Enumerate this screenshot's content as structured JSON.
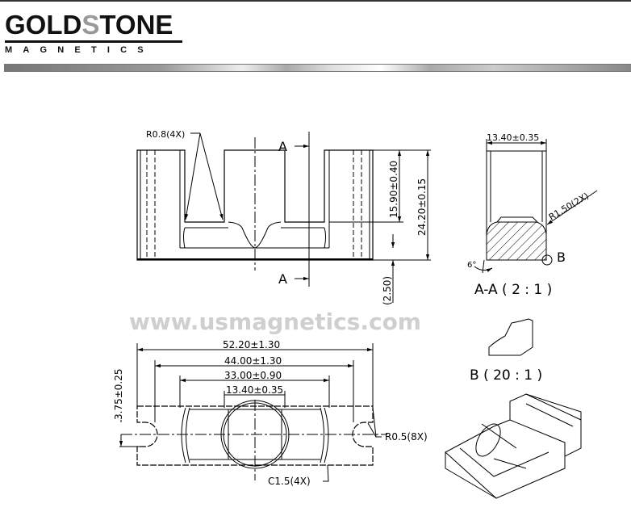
{
  "logo": {
    "wordmark_left": "GOLD",
    "wordmark_s": "S",
    "wordmark_right": "TONE",
    "subtitle": "MAGNETICS"
  },
  "watermark": "www.usmagnetics.com",
  "front_view": {
    "radius_note": "R0.8(4X)",
    "section_label_top": "A",
    "section_label_bottom": "A",
    "dim_window_height": "15.90±0.40",
    "dim_total_height": "24.20±0.15",
    "dim_base": "(2.50)"
  },
  "bottom_view": {
    "dim_overall_length": "52.20±1.30",
    "dim_inner_length": "44.00±1.30",
    "dim_window_span": "33.00±0.90",
    "dim_center_post": "13.40±0.35",
    "dim_notch": "3.75±0.25",
    "radius_note": "R0.5(8X)",
    "chamfer_note": "C1.5(4X)"
  },
  "section_view": {
    "dim_width": "13.40±0.35",
    "radius_note": "R1.50(2X)",
    "angle": "6°",
    "detail_marker": "B",
    "title": "A-A ( 2 : 1 )"
  },
  "detail_view": {
    "title": "B ( 20 : 1 )"
  }
}
